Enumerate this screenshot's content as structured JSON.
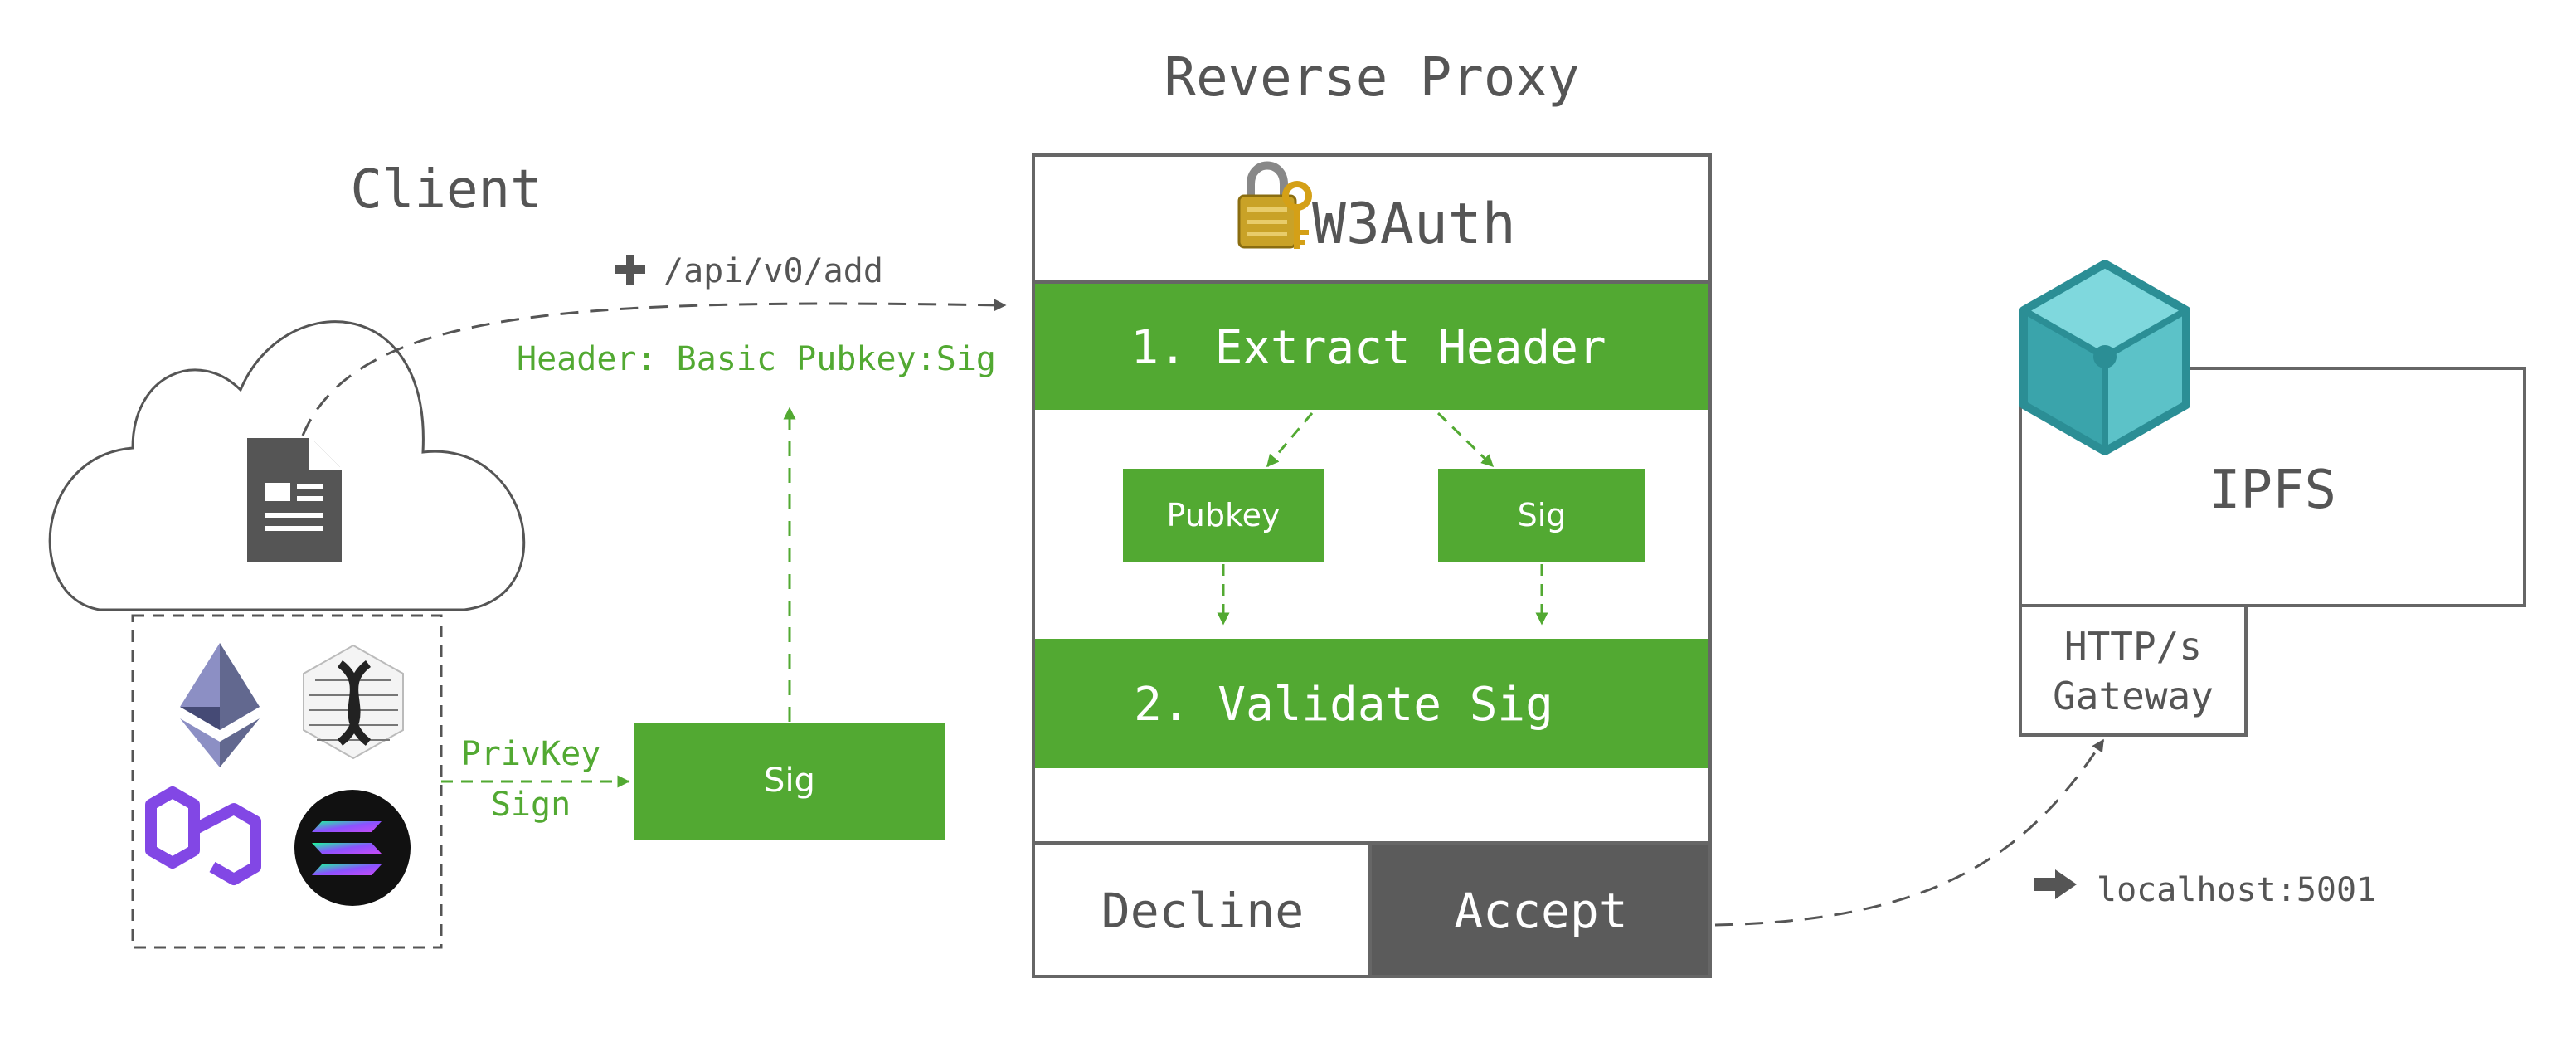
{
  "client": {
    "title": "Client",
    "api_endpoint": "/api/v0/add",
    "header_label": "Header: Basic Pubkey:Sig",
    "privkey_label": "PrivKey",
    "sign_label": "Sign",
    "sig_label": "Sig"
  },
  "proxy": {
    "title": "Reverse Proxy",
    "brand": "W3Auth",
    "step1": "1. Extract Header",
    "pubkey": "Pubkey",
    "sig": "Sig",
    "step2": "2. Validate Sig",
    "decline": "Decline",
    "accept": "Accept"
  },
  "ipfs": {
    "title": "IPFS",
    "gateway_line1": "HTTP/s",
    "gateway_line2": "Gateway",
    "localhost": "localhost:5001"
  },
  "colors": {
    "green": "#52a932",
    "dark_gray": "#5b5b5b",
    "text_gray": "#555555",
    "border_gray": "#666666",
    "ipfs_teal": "#5cc2c8"
  },
  "icons": [
    "lock-key-icon",
    "document-icon",
    "ethereum-icon",
    "chainlink-icon",
    "polygon-icon",
    "solana-icon",
    "ipfs-cube-icon",
    "plus-icon",
    "right-arrow-icon"
  ]
}
